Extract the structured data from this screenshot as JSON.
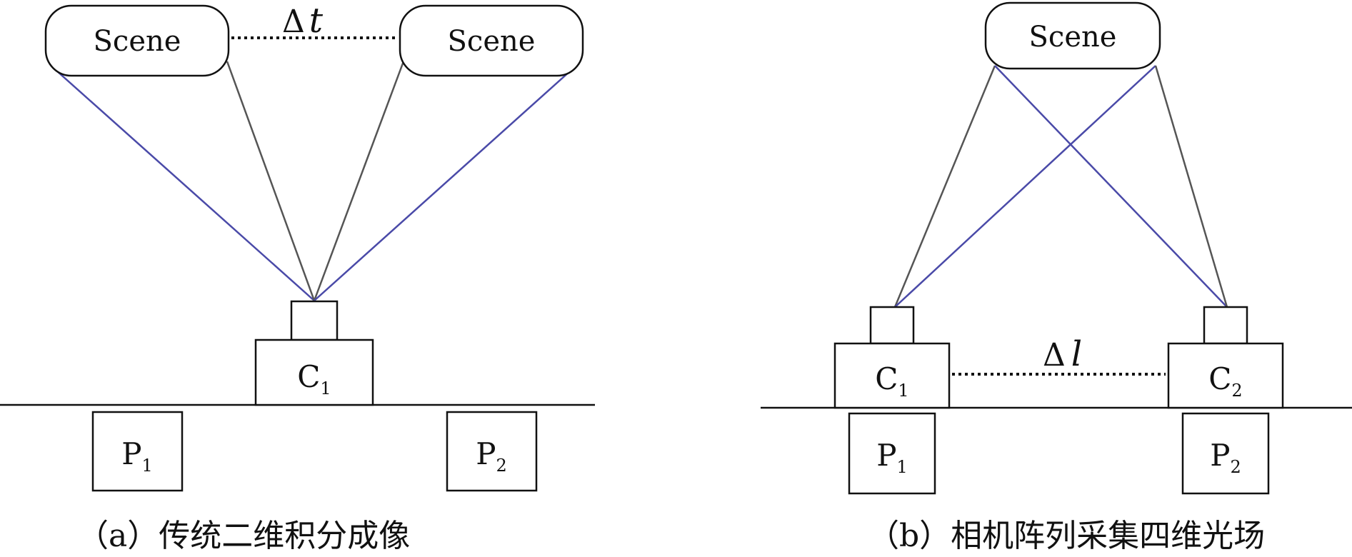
{
  "panel_a": {
    "scene_left": "Scene",
    "scene_right": "Scene",
    "delta_symbol": "Δ",
    "delta_var": "t",
    "camera": {
      "main": "C",
      "sub": "1"
    },
    "pos_left": {
      "main": "P",
      "sub": "1"
    },
    "pos_right": {
      "main": "P",
      "sub": "2"
    },
    "caption": "（a）传统二维积分成像"
  },
  "panel_b": {
    "scene": "Scene",
    "delta_symbol": "Δ",
    "delta_var": "l",
    "camera_left": {
      "main": "C",
      "sub": "1"
    },
    "camera_right": {
      "main": "C",
      "sub": "2"
    },
    "pos_left": {
      "main": "P",
      "sub": "1"
    },
    "pos_right": {
      "main": "P",
      "sub": "2"
    },
    "caption": "（b）相机阵列采集四维光场"
  },
  "colors": {
    "line": "#111111",
    "ray_gray": "#555555",
    "ray_blue": "#4a4aa8"
  }
}
